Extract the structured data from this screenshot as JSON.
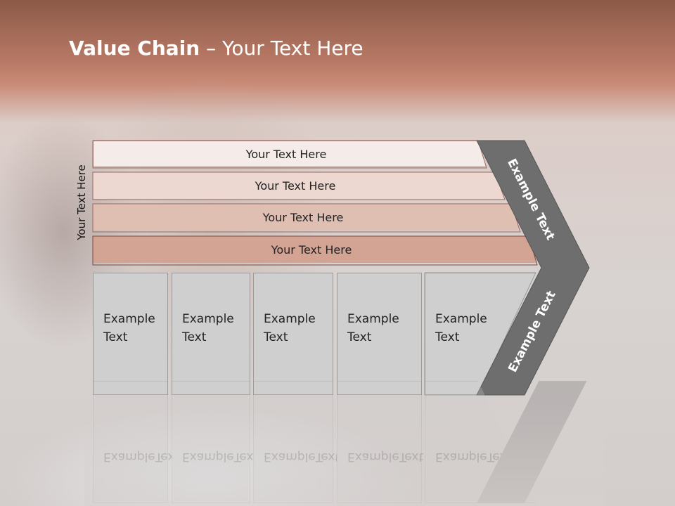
{
  "title": {
    "bold": "Value Chain",
    "rest": " – Your Text Here"
  },
  "side_label": "Your Text Here",
  "bars": [
    {
      "label": "Your Text Here",
      "color": "#f5ebe8"
    },
    {
      "label": "Your Text Here",
      "color": "#ecd8d0"
    },
    {
      "label": "Your Text Here",
      "color": "#e0bfb3"
    },
    {
      "label": "Your Text Here",
      "color": "#d3a493"
    }
  ],
  "cells": [
    {
      "line1": "Example",
      "line2": "Text"
    },
    {
      "line1": "Example",
      "line2": "Text"
    },
    {
      "line1": "Example",
      "line2": "Text"
    },
    {
      "line1": "Example",
      "line2": "Text"
    },
    {
      "line1": "Example",
      "line2": "Text"
    }
  ],
  "chevron": {
    "top_label": "Example Text",
    "bottom_label": "Example Text",
    "color": "#6e6e6e"
  }
}
